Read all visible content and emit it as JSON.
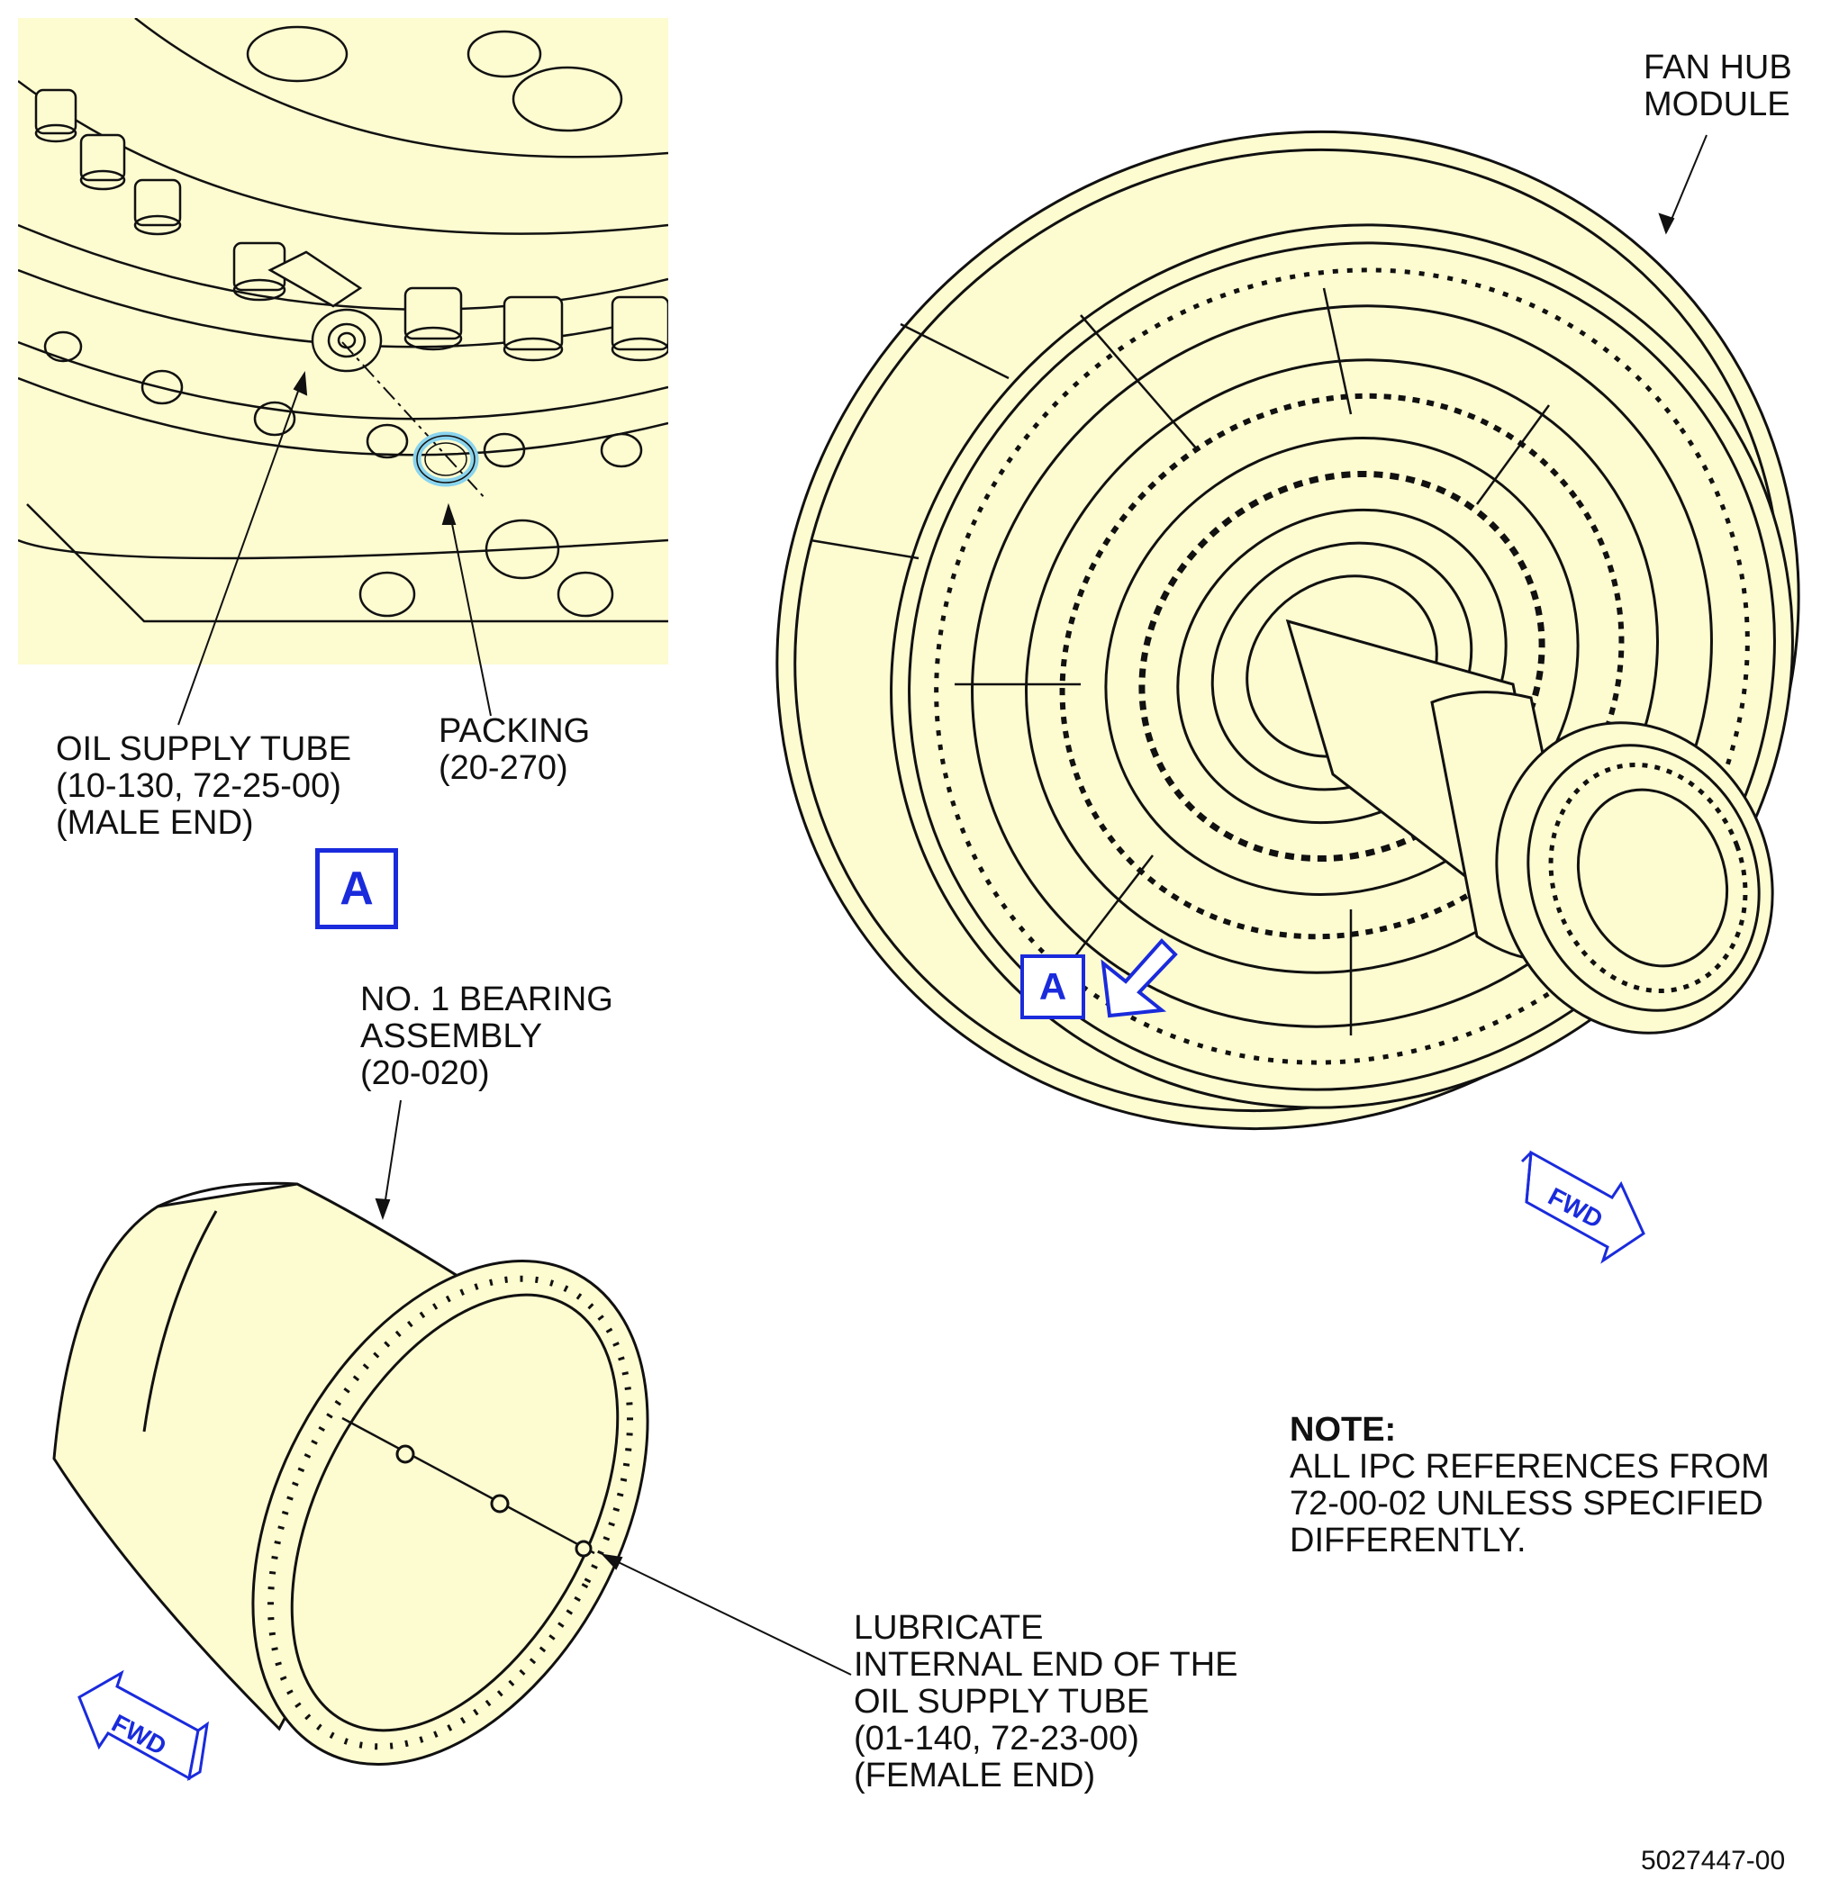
{
  "labels": {
    "fan_hub": [
      "FAN HUB",
      "MODULE"
    ],
    "oil_supply_male": [
      "OIL SUPPLY TUBE",
      "(10-130, 72-25-00)",
      "(MALE END)"
    ],
    "packing": [
      "PACKING",
      "(20-270)"
    ],
    "bearing": [
      "NO. 1 BEARING",
      "ASSEMBLY",
      "(20-020)"
    ],
    "lubricate": [
      "LUBRICATE",
      "INTERNAL END OF THE",
      "OIL SUPPLY TUBE",
      "(01-140, 72-23-00)",
      "(FEMALE END)"
    ]
  },
  "note": {
    "heading": "NOTE:",
    "lines": [
      "ALL IPC REFERENCES FROM",
      "72-00-02 UNLESS SPECIFIED",
      "DIFFERENTLY."
    ]
  },
  "view_marker": "A",
  "fwd_label": "FWD",
  "figure_number": "5027447-00",
  "colors": {
    "part_fill": "#fdfbd0",
    "line": "#111111",
    "callout_blue": "#1a2bdc",
    "packing_cyan": "#8ad4ee"
  }
}
